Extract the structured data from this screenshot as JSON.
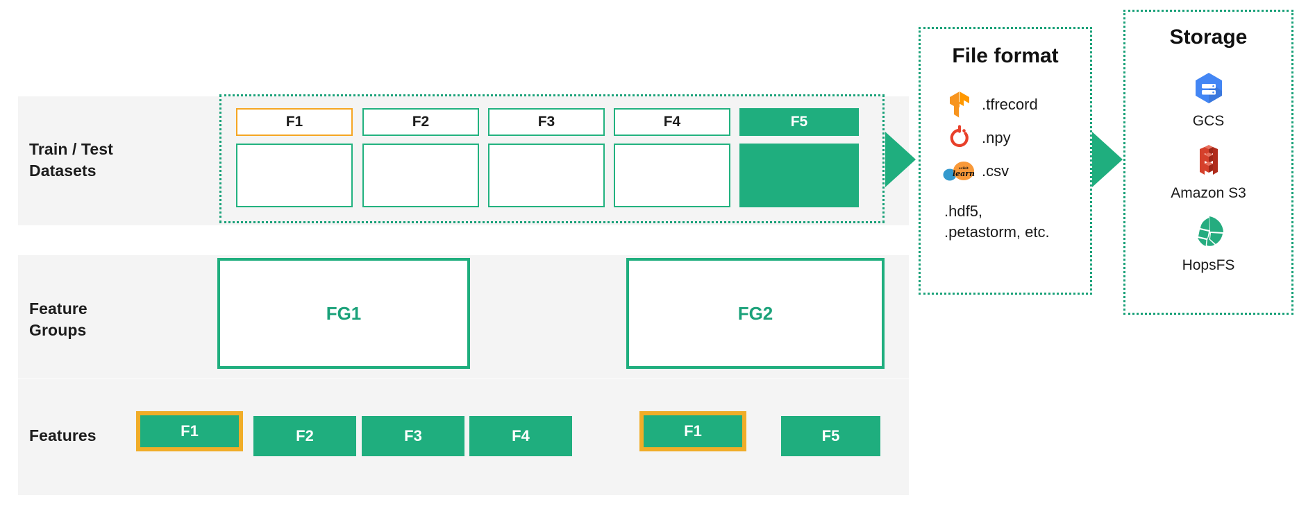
{
  "rows": {
    "train": {
      "label": "Train / Test\nDatasets"
    },
    "feature_groups": {
      "label": "Feature\nGroups"
    },
    "features": {
      "label": "Features"
    }
  },
  "dataset": {
    "columns": [
      {
        "name": "F1",
        "style": "orange-outline"
      },
      {
        "name": "F2",
        "style": "green-outline"
      },
      {
        "name": "F3",
        "style": "green-outline"
      },
      {
        "name": "F4",
        "style": "green-outline"
      },
      {
        "name": "F5",
        "style": "green-filled"
      }
    ]
  },
  "feature_groups": [
    {
      "name": "FG1"
    },
    {
      "name": "FG2"
    }
  ],
  "features": [
    {
      "name": "F1",
      "highlight": true
    },
    {
      "name": "F2",
      "highlight": false
    },
    {
      "name": "F3",
      "highlight": false
    },
    {
      "name": "F4",
      "highlight": false
    },
    {
      "name": "F1",
      "highlight": true
    },
    {
      "name": "F5",
      "highlight": false
    }
  ],
  "file_format": {
    "title": "File format",
    "items": [
      {
        "icon": "tensorflow-icon",
        "label": ".tfrecord"
      },
      {
        "icon": "numpy-icon",
        "label": ".npy"
      },
      {
        "icon": "scikit-learn-icon",
        "label": ".csv"
      }
    ],
    "extra": ".hdf5,\n.petastorm, etc."
  },
  "storage": {
    "title": "Storage",
    "items": [
      {
        "icon": "google-cloud-storage-icon",
        "label": "GCS"
      },
      {
        "icon": "amazon-s3-icon",
        "label": "Amazon S3"
      },
      {
        "icon": "hopsfs-icon",
        "label": "HopsFS"
      }
    ]
  },
  "colors": {
    "green": "#1fae7e",
    "green_dark": "#1aa179",
    "orange": "#f5a623",
    "amber": "#f0ad28",
    "band_grey": "#f4f4f4",
    "text": "#1c1c1c"
  }
}
